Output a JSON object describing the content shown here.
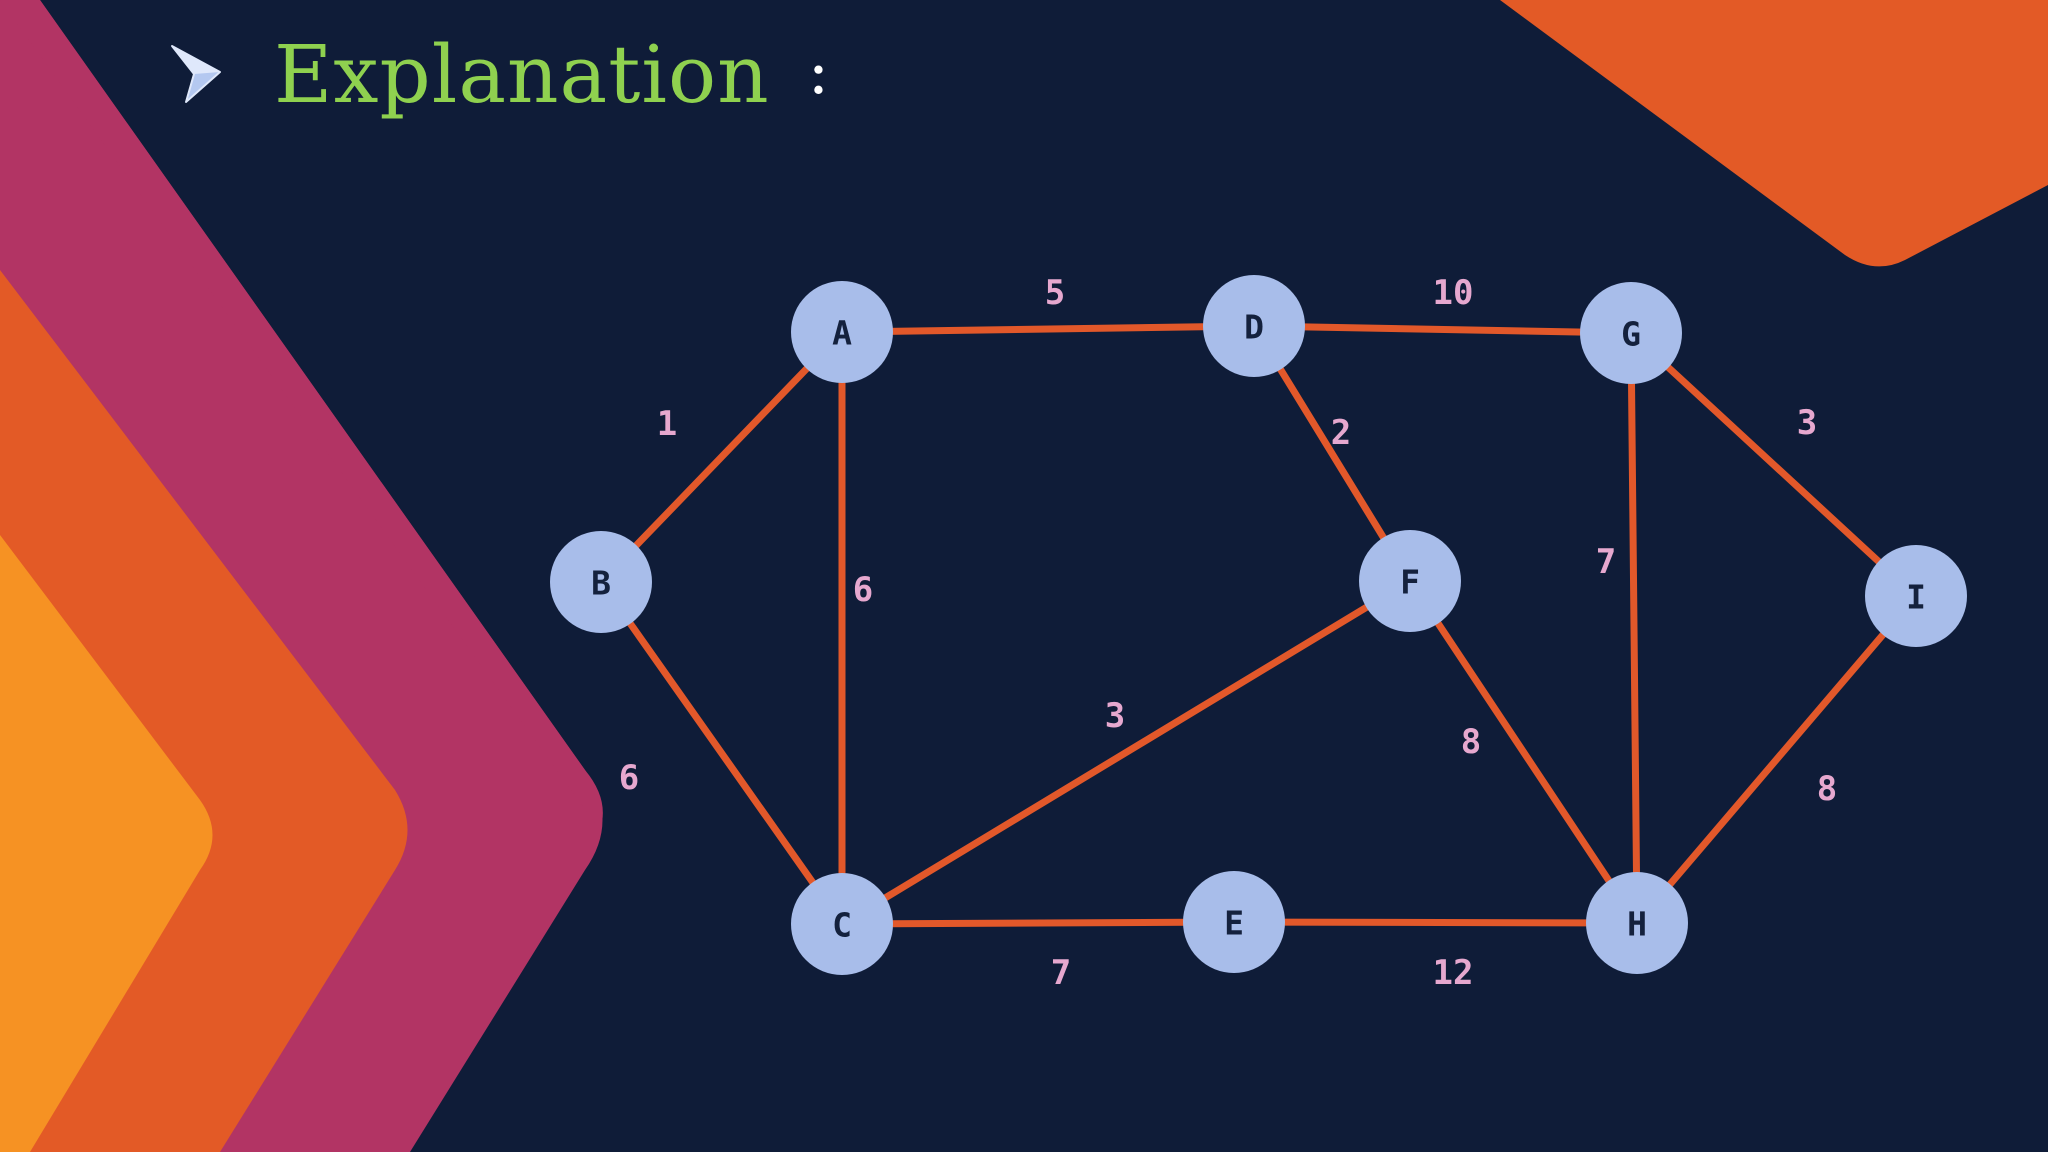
{
  "slide": {
    "title": "Explanation",
    "separator": ":",
    "icon": "arrow-pointer-icon"
  },
  "colors": {
    "background": "#0f1c38",
    "title": "#8fd14f",
    "edge": "#e2582a",
    "node_fill": "#a8bdea",
    "node_label": "#14213d",
    "weight_label": "#e6a8cf",
    "accent_orange": "#e35a26",
    "accent_magenta": "#b23464",
    "accent_yellow": "#f69223"
  },
  "graph": {
    "nodes": [
      "A",
      "B",
      "C",
      "D",
      "E",
      "F",
      "G",
      "H",
      "I"
    ],
    "edges": [
      {
        "from": "A",
        "to": "D",
        "weight": "5"
      },
      {
        "from": "D",
        "to": "G",
        "weight": "10"
      },
      {
        "from": "A",
        "to": "B",
        "weight": "1"
      },
      {
        "from": "D",
        "to": "F",
        "weight": "2"
      },
      {
        "from": "G",
        "to": "I",
        "weight": "3"
      },
      {
        "from": "A",
        "to": "C",
        "weight": "6"
      },
      {
        "from": "G",
        "to": "H",
        "weight": "7"
      },
      {
        "from": "B",
        "to": "C",
        "weight": "6"
      },
      {
        "from": "F",
        "to": "C",
        "weight": "3"
      },
      {
        "from": "F",
        "to": "H",
        "weight": "8"
      },
      {
        "from": "I",
        "to": "H",
        "weight": "8"
      },
      {
        "from": "C",
        "to": "E",
        "weight": "7"
      },
      {
        "from": "E",
        "to": "H",
        "weight": "12"
      }
    ]
  }
}
